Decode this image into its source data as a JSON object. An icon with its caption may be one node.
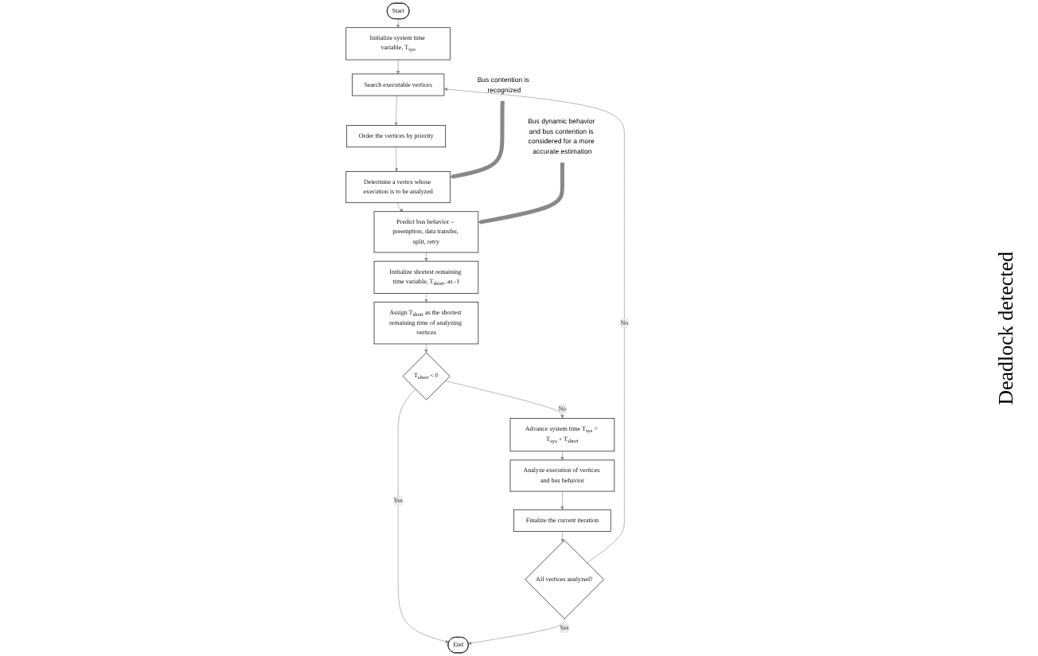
{
  "diagram": {
    "nodes": [
      {
        "text": [
          "Start"
        ]
      },
      {
        "text": [
          "Initialize system time variable, T$_{sys}$"
        ]
      },
      {
        "text": [
          "Search executable vertices"
        ]
      },
      {
        "text": [
          "Order the vertices by priority"
        ]
      },
      {
        "text": [
          "Determine a vertex whose execution is to be analyzed"
        ]
      },
      {
        "text": [
          "Predict bus behavior – preemption, data transfer, split, retry"
        ]
      },
      {
        "text": [
          "Initialize shortest remaining time variable, T$_{short}$, as -1"
        ]
      },
      {
        "text": [
          "Assign T$_{short}$ as the shortest remaining time of analyzing vertices"
        ]
      },
      {
        "text": [
          "T$_{short}$ < 0"
        ]
      },
      {
        "text": [
          "Advance system time T$_{sys}$ = T$_{sys}$ + T$_{short}$"
        ]
      },
      {
        "text": [
          "Analyze execution of vertices and bus behavior"
        ]
      },
      {
        "text": [
          "Finalize the current iteration"
        ]
      },
      {
        "text": [
          "All vertices analyzed?"
        ]
      },
      {
        "text": [
          "End"
        ]
      },
      {
        "text": [
          "Bus contention is recognized"
        ]
      },
      {
        "text": [
          "Bus dynamic behavior and bus contention is considered for a more accurate estimation"
        ]
      }
    ],
    "edges": [
      {
        "from": 0,
        "to": 1,
        "arrow": "to"
      },
      {
        "from": 1,
        "to": 2,
        "arrow": "to"
      },
      {
        "from": 2,
        "to": 3,
        "arrow": "to"
      },
      {
        "from": 3,
        "to": 4,
        "arrow": "to"
      },
      {
        "from": 4,
        "to": 5,
        "arrow": "to"
      },
      {
        "from": 5,
        "to": 6,
        "arrow": "to"
      },
      {
        "from": 6,
        "to": 7,
        "arrow": "to"
      },
      {
        "from": 7,
        "to": 8,
        "arrow": "to"
      },
      {
        "from": 8,
        "to": 9,
        "label": "No",
        "arrow": "to"
      },
      {
        "from": 8,
        "to": 13,
        "label": "Yes",
        "arrow": "to"
      },
      {
        "from": 9,
        "to": 10,
        "arrow": "to"
      },
      {
        "from": 10,
        "to": 11,
        "arrow": "to"
      },
      {
        "from": 11,
        "to": 12,
        "arrow": "to"
      },
      {
        "from": 12,
        "to": 13,
        "label": "Yes",
        "arrow": "to"
      },
      {
        "from": 12,
        "to": 2,
        "label": "No",
        "arrow": "to"
      },
      {
        "from": 14,
        "to": 4,
        "arrow": "to",
        "style": "thick"
      },
      {
        "from": 15,
        "to": 5,
        "arrow": "to",
        "style": "thick"
      }
    ],
    "labels": [
      "Deadlock detected"
    ]
  }
}
